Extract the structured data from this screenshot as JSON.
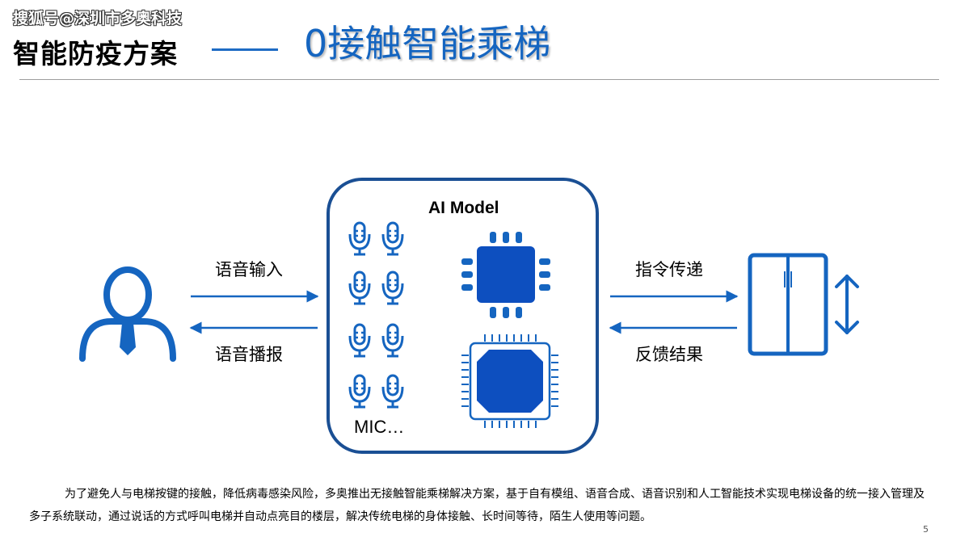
{
  "header": {
    "watermark": "搜狐号@深圳市多奥科技",
    "section_title": "智能防疫方案",
    "main_title": "0接触智能乘梯"
  },
  "diagram": {
    "model_label": "AI Model",
    "mic_label": "MIC…",
    "arrows": {
      "voice_input": "语音输入",
      "voice_broadcast": "语音播报",
      "command_transfer": "指令传递",
      "feedback_result": "反馈结果"
    },
    "icons": {
      "user": "user-person-icon",
      "mic": "microphone-icon",
      "chip": "processor-chip-icon",
      "elevator": "elevator-doors-icon",
      "updown": "up-down-arrow-icon"
    },
    "colors": {
      "accent": "#1565c0",
      "chip_fill": "#0d4fbf",
      "border": "#1a4f94"
    }
  },
  "description": "为了避免人与电梯按键的接触，降低病毒感染风险，多奥推出无接触智能乘梯解决方案，基于自有模组、语音合成、语音识别和人工智能技术实现电梯设备的统一接入管理及多子系统联动，通过说话的方式呼叫电梯并自动点亮目的楼层，解决传统电梯的身体接触、长时间等待，陌生人使用等问题。",
  "page_number": "5"
}
